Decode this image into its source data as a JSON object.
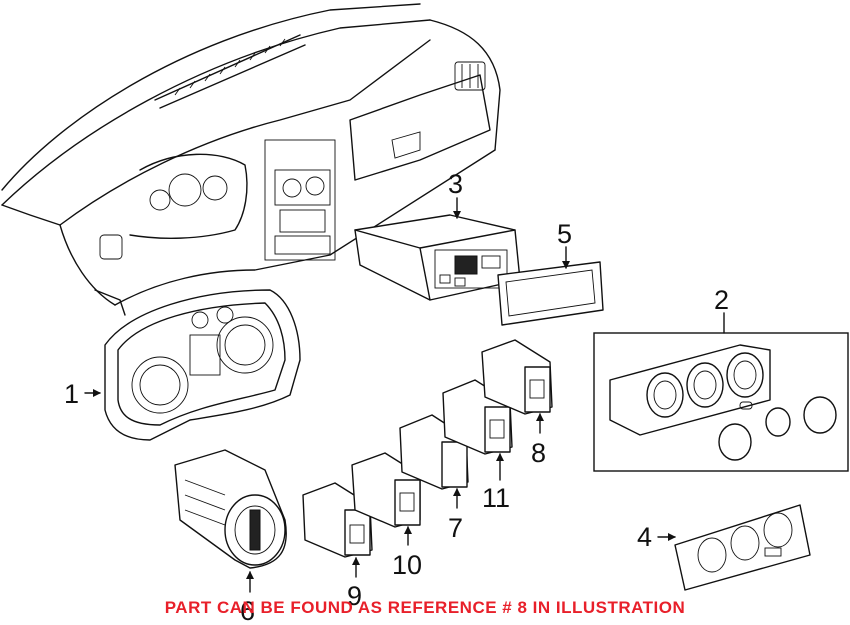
{
  "callouts": {
    "c1": "1",
    "c2": "2",
    "c3": "3",
    "c4": "4",
    "c5": "5",
    "c6": "6",
    "c7": "7",
    "c8": "8",
    "c9": "9",
    "c10": "10",
    "c11": "11"
  },
  "notice": "PART CAN BE FOUND AS REFERENCE # 8 IN ILLUSTRATION",
  "colors": {
    "notice": "#e8202a",
    "line": "#111111"
  }
}
